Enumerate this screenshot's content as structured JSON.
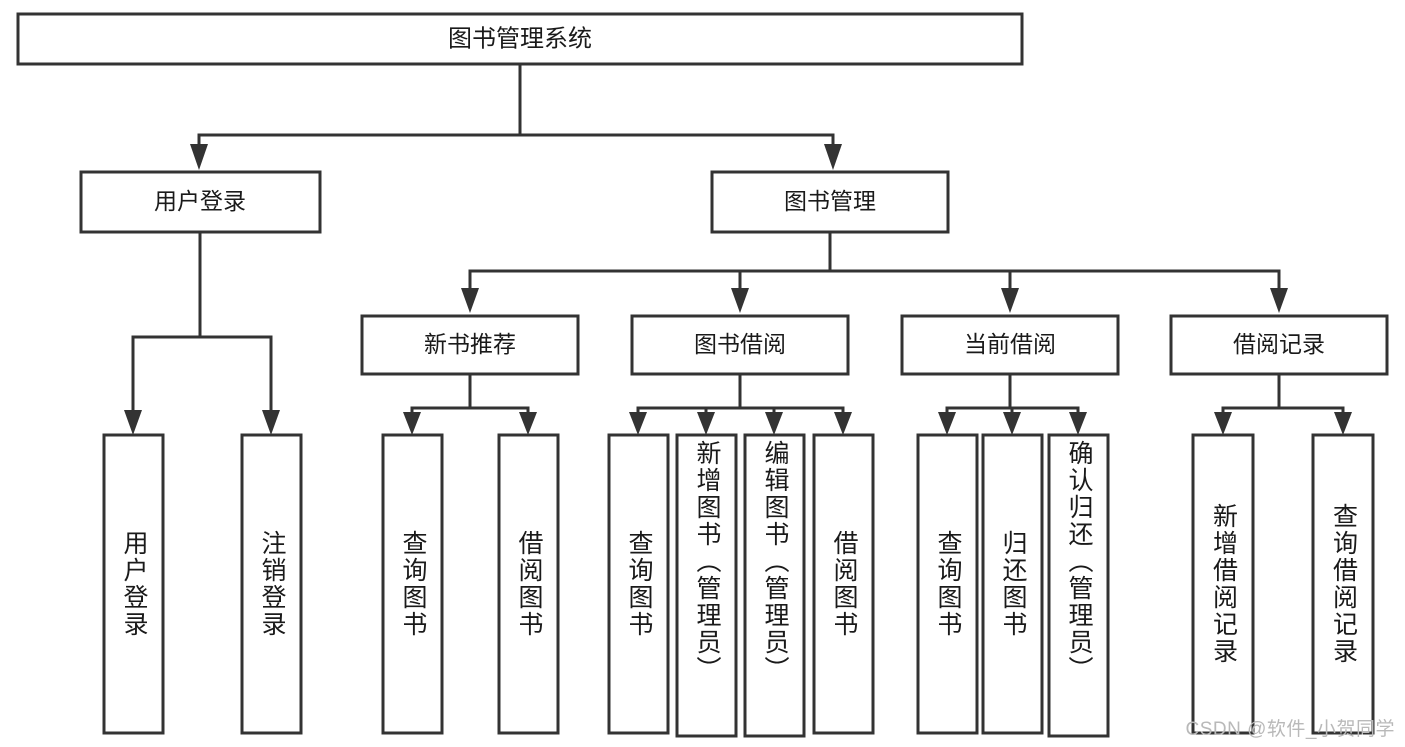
{
  "diagram": {
    "title": "图书管理系统",
    "type": "tree",
    "watermark": "CSDN @软件_小贺同学",
    "stroke_color": "#333333",
    "fill_color": "#ffffff",
    "text_color": "#1a1a1a",
    "watermark_color": "#b9b9b9"
  },
  "root": {
    "label": "图书管理系统"
  },
  "level2": [
    {
      "label": "用户登录"
    },
    {
      "label": "图书管理"
    }
  ],
  "level3": [
    {
      "label": "新书推荐"
    },
    {
      "label": "图书借阅"
    },
    {
      "label": "当前借阅"
    },
    {
      "label": "借阅记录"
    }
  ],
  "leaves": {
    "user_login": [
      {
        "label": "用户登录"
      },
      {
        "label": "注销登录"
      }
    ],
    "new_book_recommend": [
      {
        "label": "查询图书"
      },
      {
        "label": "借阅图书"
      }
    ],
    "book_borrow": [
      {
        "label": "查询图书"
      },
      {
        "label": "新增图书（管理员）"
      },
      {
        "label": "编辑图书（管理员）"
      },
      {
        "label": "借阅图书"
      }
    ],
    "current_borrow": [
      {
        "label": "查询图书"
      },
      {
        "label": "归还图书"
      },
      {
        "label": "确认归还（管理员）"
      }
    ],
    "borrow_record": [
      {
        "label": "新增借阅记录"
      },
      {
        "label": "查询借阅记录"
      }
    ]
  }
}
